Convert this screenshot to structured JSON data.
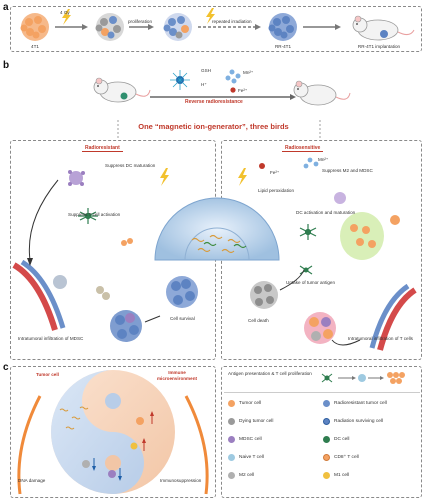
{
  "panel_a": {
    "label": "a",
    "dose": "4 Gy",
    "proliferation": "proliferation",
    "repeated": "repeated irradiation",
    "cell_4t1": "4T1",
    "cell_rr": "RR-4T1",
    "implant": "RR-4T1 implantation"
  },
  "panel_b": {
    "label": "b",
    "gsh": "GSH",
    "h": "H⁺",
    "mn": "Mn²⁺",
    "fe": "Fe²⁺",
    "reverse": "Reverse radioresistance",
    "headline": "One “magnetic ion-generator”, three birds",
    "left_tag": "Radioresistant",
    "right_tag": "Radiosensitive",
    "suppress_dc": "Suppress DC maturation",
    "suppress_t": "Suppress T cell activation",
    "infiltration_mdsc": "Intratumoral infiltration of MDSC",
    "cell_survival": "Cell survival",
    "fe2": "Fe²⁺",
    "lipid": "Lipid peroxidation",
    "mn2": "Mn²⁺",
    "suppress_m2": "Suppress M2 and MDSC",
    "dc_activation": "DC activation and maturation",
    "uptake": "Uptake of tumor antigen",
    "cell_death": "Cell death",
    "infiltration_t": "Intratumoral infiltration of T cells"
  },
  "panel_c": {
    "label": "c",
    "tumor_cell": "Tumor cell",
    "immune_micro": "Immune microenvironment",
    "dna": "DNA damage",
    "immuno": "Immunosuppression"
  },
  "legend": {
    "antigen": "Antigen presentation & T cell proliferation",
    "items": [
      {
        "label": "Tumor cell",
        "color": "#f4a262"
      },
      {
        "label": "Radioresistant tumor cell",
        "color": "#6b8fc9"
      },
      {
        "label": "Dying tumor cell",
        "color": "#9a9a9a"
      },
      {
        "label": "Radiation surviving cell",
        "color": "#5d83c2"
      },
      {
        "label": "MDSC cell",
        "color": "#9b7fc0"
      },
      {
        "label": "DC cell",
        "color": "#2f7d4f"
      },
      {
        "label": "Naive T cell",
        "color": "#9ecae1"
      },
      {
        "label": "CD8⁺ T cell",
        "color": "#f4a262"
      },
      {
        "label": "M2 cell",
        "color": "#b0b0b0"
      },
      {
        "label": "M1 cell",
        "color": "#f0c040"
      }
    ]
  }
}
